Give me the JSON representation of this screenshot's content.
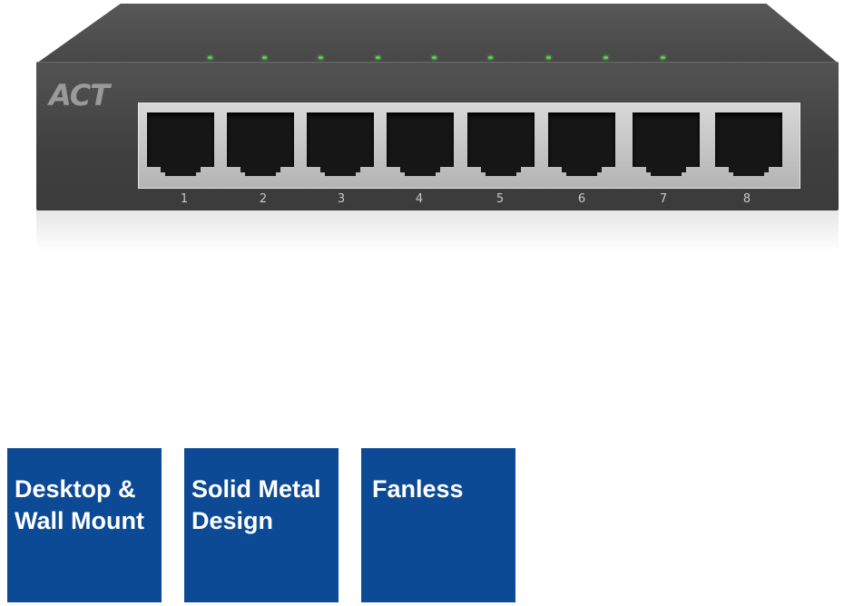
{
  "product": {
    "brand_logo_text": "ACT",
    "ports": [
      "1",
      "2",
      "3",
      "4",
      "5",
      "6",
      "7",
      "8"
    ],
    "led_color": "#55d04a",
    "body_color": "#444444"
  },
  "features": [
    {
      "label": "Desktop &\nWall Mount"
    },
    {
      "label": "Solid Metal\nDesign"
    },
    {
      "label": "Fanless"
    }
  ],
  "colors": {
    "tile_background": "#0d4a95",
    "tile_text": "#ffffff"
  }
}
